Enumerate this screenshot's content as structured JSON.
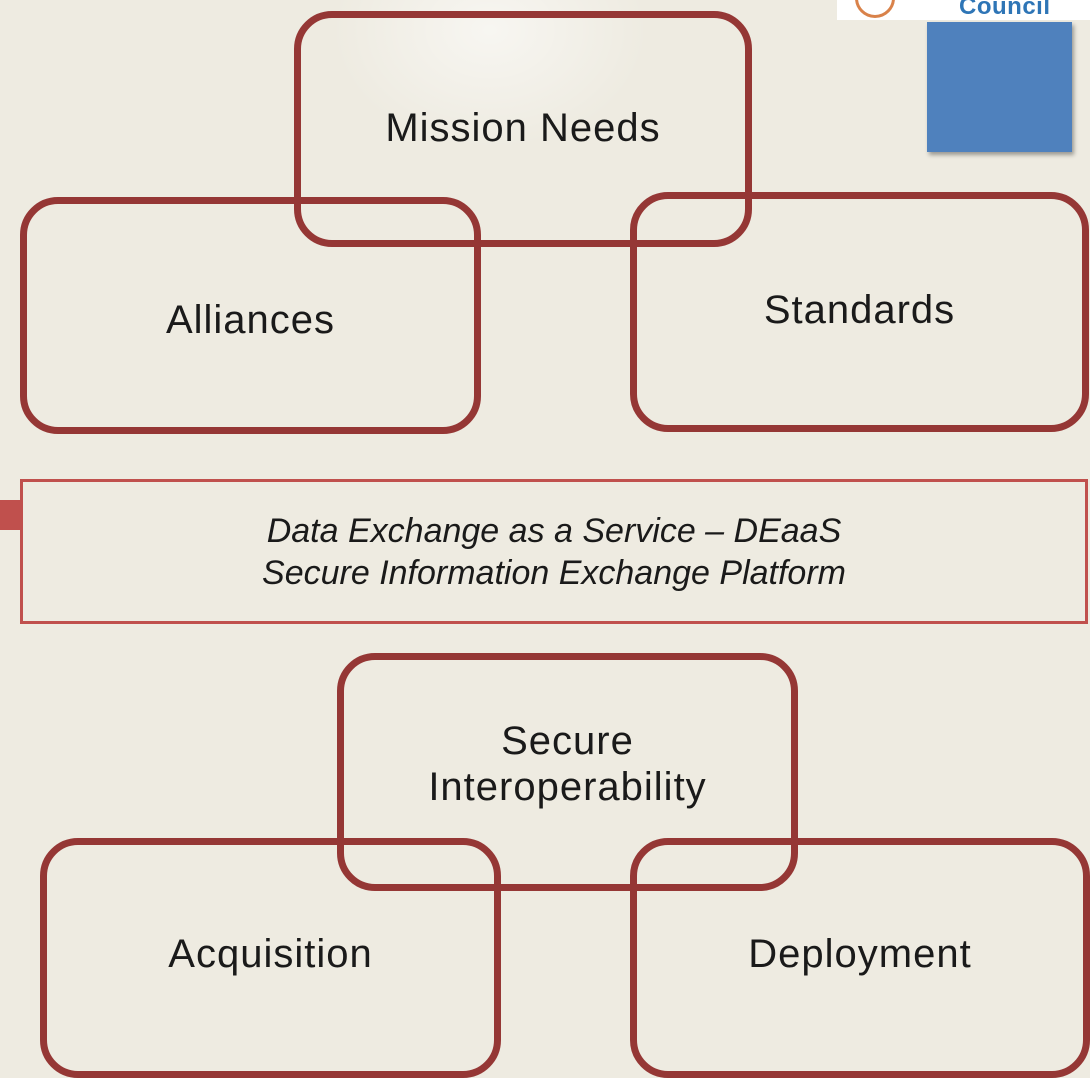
{
  "logo": {
    "partial_text": "Council"
  },
  "top_cluster": {
    "top": "Mission Needs",
    "left": "Alliances",
    "right": "Standards"
  },
  "banner": {
    "line1": "Data Exchange as a Service – DEaaS",
    "line2": "Secure Information Exchange Platform"
  },
  "bottom_cluster": {
    "top": "Secure Interoperability",
    "left": "Acquisition",
    "right": "Deployment"
  },
  "colors": {
    "background": "#eeebe1",
    "box_border": "#953735",
    "banner_border": "#c0504d",
    "accent_square": "#4f81bd"
  }
}
